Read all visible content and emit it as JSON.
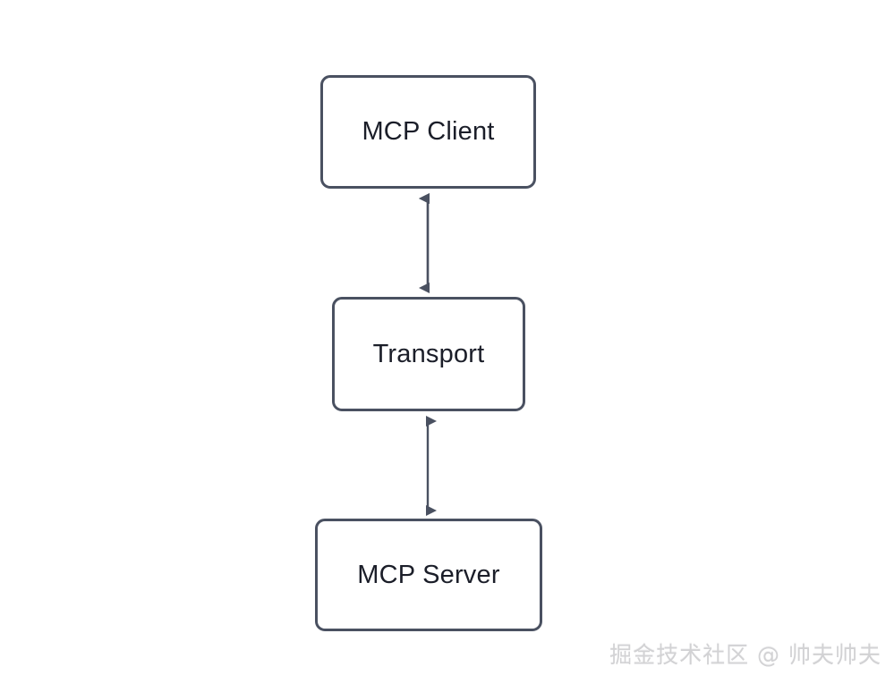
{
  "diagram": {
    "title": "MCP Client / Transport / MCP Server layered diagram",
    "background_color": "#ffffff",
    "stroke_color": "#4a5161",
    "text_color": "#1b1e29",
    "nodes": [
      {
        "id": "mcp-client",
        "label": "MCP Client"
      },
      {
        "id": "transport",
        "label": "Transport"
      },
      {
        "id": "mcp-server",
        "label": "MCP Server"
      }
    ],
    "connectors": [
      {
        "id": "client-transport",
        "from": "MCP Client",
        "to": "Transport",
        "direction": "bidirectional",
        "label": ""
      },
      {
        "id": "transport-server",
        "from": "Transport",
        "to": "MCP Server",
        "direction": "bidirectional",
        "label": ""
      }
    ]
  },
  "watermark": {
    "text": "掘金技术社区 @ 帅夫帅夫",
    "color": "#d2d2d4"
  }
}
